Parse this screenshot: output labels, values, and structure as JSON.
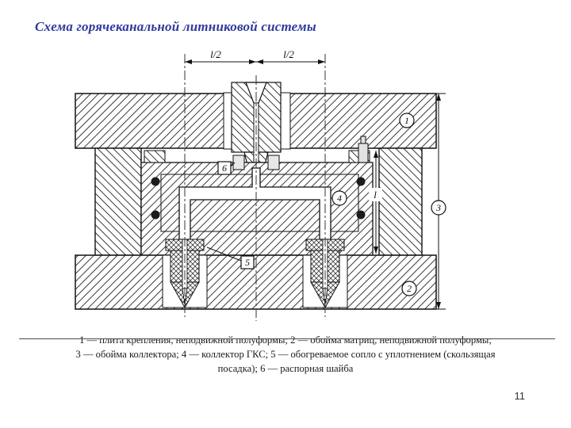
{
  "slide": {
    "title": "Схема горячеканальной литниковой системы",
    "page_number": "11"
  },
  "diagram": {
    "dim_top_left": "l/2",
    "dim_top_right": "l/2",
    "dim_side": "l",
    "callouts": {
      "c1": "1",
      "c2": "2",
      "c3": "3",
      "c4": "4",
      "c5": "5",
      "c6": "6"
    }
  },
  "caption": {
    "line1": "1 — плита крепления, неподвижной полуформы; 2 — обойма матриц, неподвижной полуформы;",
    "line2": "3 — обойма коллектора; 4 — коллектор ГКС; 5 — обогреваемое сопло с уплотнением (скользящая",
    "line3": "посадка); 6 — распорная шайба"
  }
}
